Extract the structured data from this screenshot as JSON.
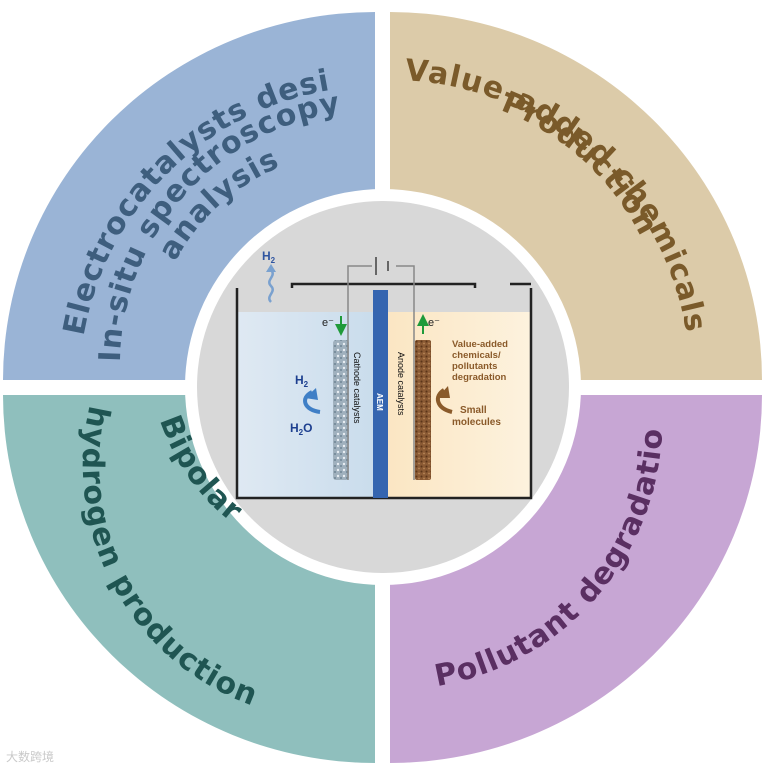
{
  "quadrants": {
    "top_left": {
      "lines": [
        "Electrocatalysts design",
        "In-situ spectroscopy",
        "analysis"
      ],
      "color": "#9ab4d6"
    },
    "top_right": {
      "lines": [
        "Value-added chemicals",
        "Production"
      ],
      "color": "#dccba9"
    },
    "bottom_left": {
      "lines": [
        "Bipolar",
        "hydrogen production"
      ],
      "color": "#8fbfbd"
    },
    "bottom_right": {
      "lines": [
        "Pollutant degradation"
      ],
      "color": "#c7a6d4"
    }
  },
  "cell": {
    "gas_out": "H",
    "gas_out_sub": "2",
    "electron_left": "e⁻",
    "electron_right": "e⁻",
    "h2": "H",
    "h2_sub": "2",
    "h2o": "H",
    "h2o_sub": "2",
    "h2o_tail": "O",
    "cathode_label": "Cathode catalysts",
    "anode_label": "Anode catalysts",
    "membrane_label": "AEM",
    "products_lines": [
      "Value-added",
      "chemicals/",
      "pollutants",
      "degradation"
    ],
    "reactants_lines": [
      "Small",
      "molecules"
    ]
  },
  "watermark": "大数跨境"
}
